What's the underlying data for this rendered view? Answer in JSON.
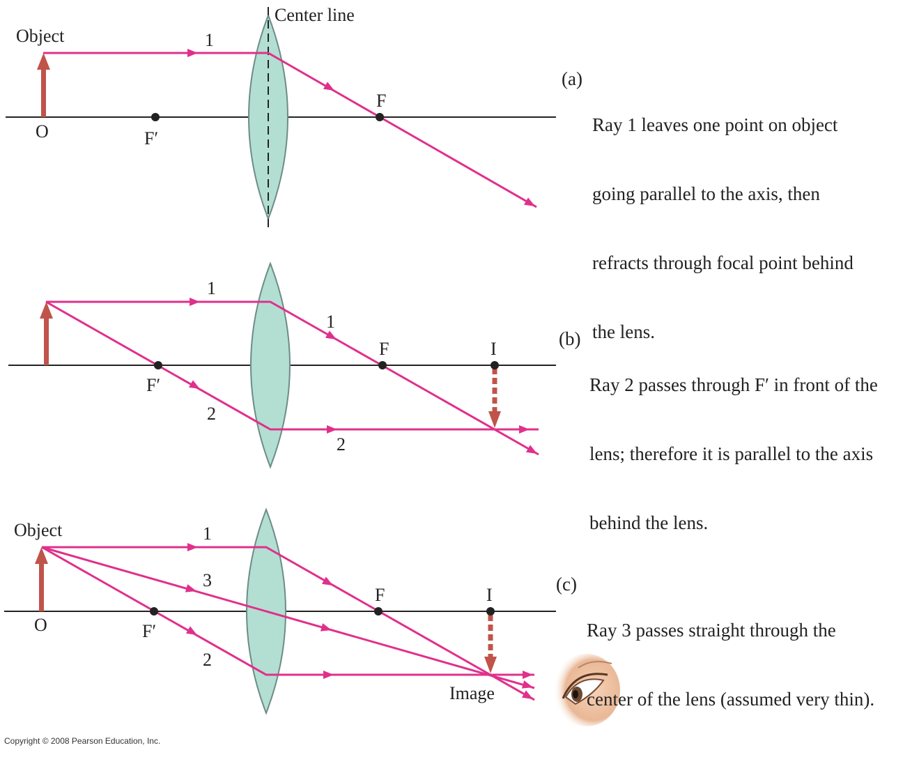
{
  "colors": {
    "ray": "#e0308c",
    "object_arrow": "#c0544a",
    "lens_fill": "#b3dfd3",
    "lens_stroke": "#6d8c86",
    "axis": "#222222",
    "focal_point": "#222222"
  },
  "panel_a": {
    "object_label": "Object",
    "object_point_label": "O",
    "focal_front_label": "F′",
    "focal_back_label": "F",
    "center_line_label": "Center line",
    "ray_labels": [
      "1"
    ],
    "caption_tag": "(a)",
    "caption_lines": [
      "Ray 1 leaves one point on object",
      "going parallel to the axis, then",
      "refracts through focal point behind",
      "the lens."
    ]
  },
  "panel_b": {
    "focal_front_label": "F′",
    "focal_back_label": "F",
    "image_point_label": "I",
    "ray_labels": [
      "1",
      "1",
      "2",
      "2"
    ],
    "caption_tag": "(b)",
    "caption_lines": [
      "Ray 2 passes through F′ in front of the",
      "lens; therefore it is parallel to the axis",
      "behind the lens."
    ]
  },
  "panel_c": {
    "object_label": "Object",
    "object_point_label": "O",
    "focal_front_label": "F′",
    "focal_back_label": "F",
    "image_point_label": "I",
    "image_label": "Image",
    "ray_labels": [
      "1",
      "3",
      "2"
    ],
    "caption_tag": "(c)",
    "caption_lines": [
      "Ray 3 passes straight through the",
      "center of the lens (assumed very thin)."
    ],
    "eye_icon": "eye-icon"
  },
  "copyright": "Copyright © 2008 Pearson Education, Inc."
}
